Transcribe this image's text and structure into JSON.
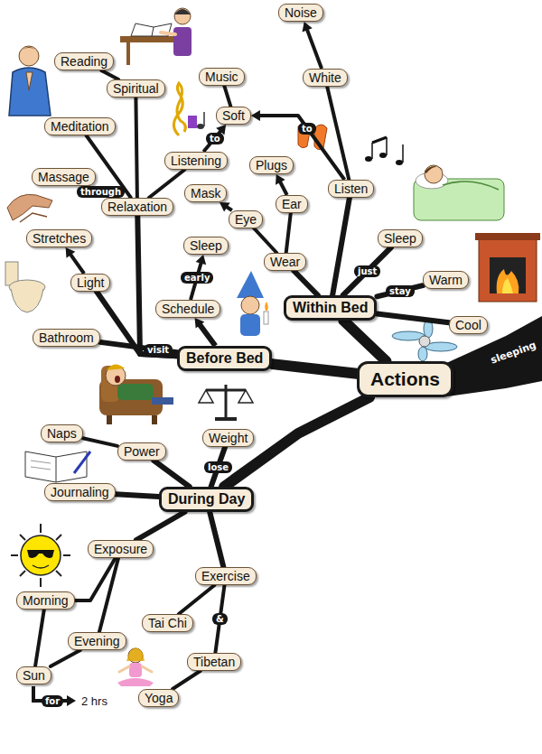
{
  "diagram": {
    "nodes": [
      {
        "text": [
          "Actions"
        ]
      },
      {
        "text": [
          "Within Bed"
        ]
      },
      {
        "text": [
          "Before Bed"
        ]
      },
      {
        "text": [
          "During Day"
        ]
      },
      {
        "text": [
          "Listen"
        ]
      },
      {
        "text": [
          "White"
        ]
      },
      {
        "text": [
          "Noise"
        ]
      },
      {
        "text": [
          "Soft"
        ]
      },
      {
        "text": [
          "Music"
        ]
      },
      {
        "text": [
          "Wear"
        ]
      },
      {
        "text": [
          "Eye"
        ]
      },
      {
        "text": [
          "Mask"
        ]
      },
      {
        "text": [
          "Ear"
        ]
      },
      {
        "text": [
          "Plugs"
        ]
      },
      {
        "text": [
          "Sleep"
        ]
      },
      {
        "text": [
          "Warm"
        ]
      },
      {
        "text": [
          "Cool"
        ]
      },
      {
        "text": [
          "Schedule"
        ]
      },
      {
        "text": [
          "Sleep"
        ]
      },
      {
        "text": [
          "Relaxation"
        ]
      },
      {
        "text": [
          "Massage"
        ]
      },
      {
        "text": [
          "Listening"
        ]
      },
      {
        "text": [
          "Spiritual"
        ]
      },
      {
        "text": [
          "Reading"
        ]
      },
      {
        "text": [
          "Meditation"
        ]
      },
      {
        "text": [
          "Light"
        ]
      },
      {
        "text": [
          "Stretches"
        ]
      },
      {
        "text": [
          "Bathroom"
        ]
      },
      {
        "text": [
          "Weight"
        ]
      },
      {
        "text": [
          "Power"
        ]
      },
      {
        "text": [
          "Naps"
        ]
      },
      {
        "text": [
          "Journaling"
        ]
      },
      {
        "text": [
          "Exposure"
        ]
      },
      {
        "text": [
          "Morning"
        ]
      },
      {
        "text": [
          "Evening"
        ]
      },
      {
        "text": [
          "Sun"
        ]
      },
      {
        "text": [
          "Exercise"
        ]
      },
      {
        "text": [
          "Tai Chi"
        ]
      },
      {
        "text": [
          "Tibetan"
        ]
      },
      {
        "text": [
          "Yoga"
        ]
      }
    ],
    "edges": [
      {
        "from": 0,
        "to": 1,
        "arrow": "none"
      },
      {
        "from": 0,
        "to": 2,
        "arrow": "none"
      },
      {
        "from": 0,
        "to": 3,
        "arrow": "none"
      },
      {
        "from": 1,
        "to": 4,
        "arrow": "none"
      },
      {
        "from": 4,
        "to": 5,
        "arrow": "none"
      },
      {
        "from": 5,
        "to": 6,
        "arrow": "to"
      },
      {
        "from": 4,
        "to": 7,
        "label": "to",
        "arrow": "to"
      },
      {
        "from": 7,
        "to": 8,
        "arrow": "none"
      },
      {
        "from": 1,
        "to": 9,
        "arrow": "none"
      },
      {
        "from": 9,
        "to": 10,
        "arrow": "none"
      },
      {
        "from": 10,
        "to": 11,
        "arrow": "to"
      },
      {
        "from": 9,
        "to": 12,
        "arrow": "none"
      },
      {
        "from": 12,
        "to": 13,
        "arrow": "to"
      },
      {
        "from": 1,
        "to": 14,
        "label": "just",
        "arrow": "none"
      },
      {
        "from": 1,
        "to": 15,
        "label": "stay",
        "arrow": "none"
      },
      {
        "from": 1,
        "to": 16,
        "arrow": "none"
      },
      {
        "from": 2,
        "to": 17,
        "arrow": "to"
      },
      {
        "from": 17,
        "to": 18,
        "label": "early",
        "arrow": "to"
      },
      {
        "from": 2,
        "to": 19,
        "arrow": "none"
      },
      {
        "from": 19,
        "to": 20,
        "label": "through",
        "arrow": "none"
      },
      {
        "from": 19,
        "to": 21,
        "arrow": "none"
      },
      {
        "from": 21,
        "to": 7,
        "label": "to",
        "arrow": "to"
      },
      {
        "from": 19,
        "to": 24,
        "arrow": "none"
      },
      {
        "from": 19,
        "to": 22,
        "arrow": "none"
      },
      {
        "from": 22,
        "to": 23,
        "arrow": "none"
      },
      {
        "from": 2,
        "to": 25,
        "arrow": "none"
      },
      {
        "from": 25,
        "to": 26,
        "arrow": "to"
      },
      {
        "from": 2,
        "to": 27,
        "label": "visit",
        "arrow": "none"
      },
      {
        "from": 3,
        "to": 28,
        "label": "lose",
        "arrow": "none"
      },
      {
        "from": 3,
        "to": 29,
        "arrow": "none"
      },
      {
        "from": 29,
        "to": 30,
        "arrow": "none"
      },
      {
        "from": 3,
        "to": 31,
        "arrow": "none"
      },
      {
        "from": 3,
        "to": 32,
        "arrow": "none"
      },
      {
        "from": 32,
        "to": 33,
        "arrow": "none"
      },
      {
        "from": 32,
        "to": 34,
        "arrow": "none"
      },
      {
        "from": 33,
        "to": 35,
        "arrow": "none"
      },
      {
        "from": 34,
        "to": 35,
        "arrow": "none"
      },
      {
        "from": 3,
        "to": 36,
        "arrow": "none"
      },
      {
        "from": 36,
        "to": 37,
        "arrow": "none"
      },
      {
        "from": 36,
        "to": 38,
        "label": "&",
        "arrow": "none"
      },
      {
        "from": 38,
        "to": 39,
        "arrow": "none"
      }
    ],
    "labels": [
      "sleeping",
      "for",
      "2 hrs"
    ]
  }
}
